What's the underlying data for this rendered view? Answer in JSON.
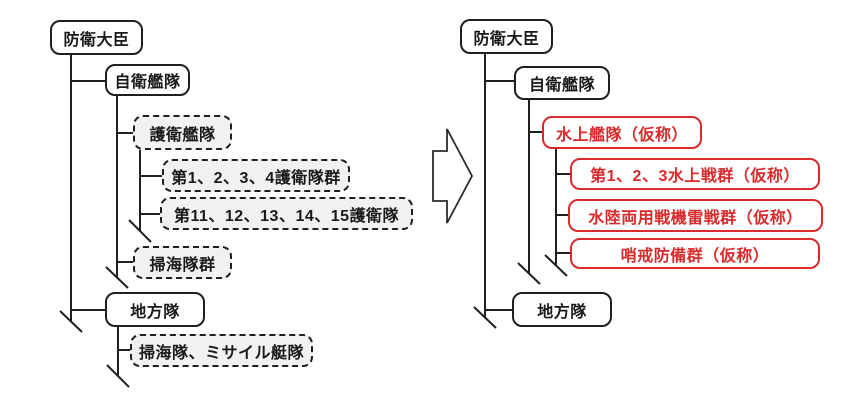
{
  "colors": {
    "line_black": "#1f1f1f",
    "highlight_red": "#d92b2b",
    "dashed_node_fill": "#f1f1f1",
    "node_fill": "#ffffff"
  },
  "icons": {
    "transform_arrow": "right-block-arrow",
    "line_break_mark": "diagonal-slash"
  },
  "left_tree": {
    "minister": "防衛大臣",
    "fleet": "自衛艦隊",
    "escort_fleet": "護衛艦隊",
    "escort_flotillas": "第1、2、3、4護衛隊群",
    "escort_divisions": "第11、12、13、14、15護衛隊",
    "mine_group": "掃海隊群",
    "regional": "地方隊",
    "regional_units": "掃海隊、ミサイル艇隊"
  },
  "right_tree": {
    "minister": "防衛大臣",
    "fleet": "自衛艦隊",
    "surface_fleet": "水上艦隊（仮称）",
    "surface_groups": "第1、2、3水上戦群（仮称）",
    "amphibious_mine_group": "水陸両用戦機雷戦群（仮称）",
    "patrol_group": "哨戒防備群（仮称）",
    "regional": "地方隊"
  }
}
